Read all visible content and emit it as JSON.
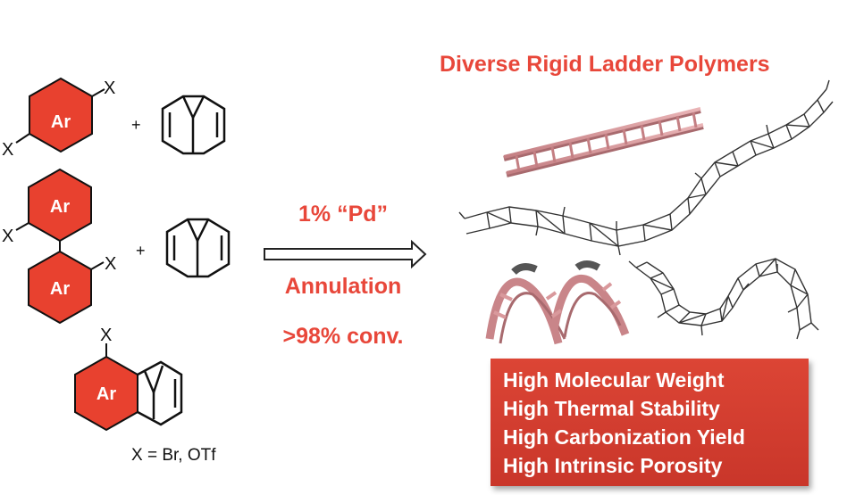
{
  "figure": {
    "title": "Diverse Rigid Ladder Polymers",
    "reagents": {
      "ar_label": "Ar",
      "x_label": "X",
      "plus": "+",
      "x_definition": "X = Br, OTf"
    },
    "conditions": {
      "catalyst": "1% “Pd”",
      "reaction": "Annulation",
      "conversion": ">98% conv."
    },
    "properties": [
      "High Molecular Weight",
      "High Thermal Stability",
      "High Carbonization Yield",
      "High Intrinsic Porosity"
    ],
    "colors": {
      "accent": "#e8473a",
      "arene_fill": "#e8412f",
      "box_fill": "#d03c2f",
      "ladder_pink": "#d9999c"
    }
  }
}
